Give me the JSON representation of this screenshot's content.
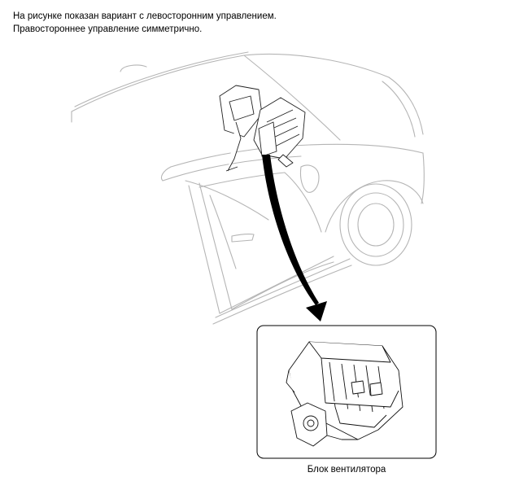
{
  "note": {
    "line1": "На рисунке показан вариант с левосторонним управлением.",
    "line2": "Правостороннее управление симметрично."
  },
  "callout": {
    "caption": "Блок вентилятора"
  },
  "icons": [
    "car-outline-drawing",
    "hvac-module-drawing",
    "callout-arrow",
    "blower-unit-drawing"
  ]
}
